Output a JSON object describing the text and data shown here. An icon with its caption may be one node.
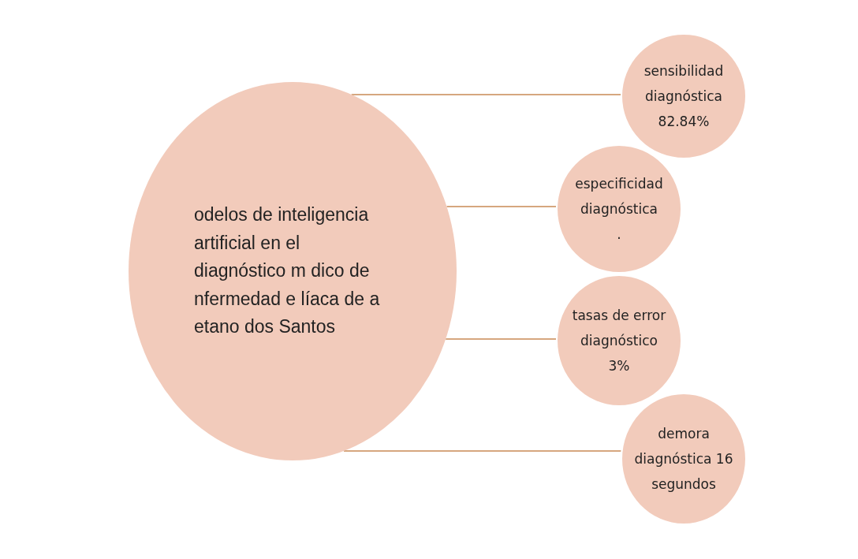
{
  "diagram": {
    "nodes": [
      {
        "text": [
          "odelos de inteligencia artificial en el diagnóstico m dico de nfermedad e líaca de a etano dos Santos"
        ]
      },
      {
        "text": [
          "sensibilidad diagnóstica",
          "82.84%"
        ]
      },
      {
        "text": [
          "especificidad diagnóstica",
          "."
        ]
      },
      {
        "text": [
          "tasas de error diagnóstico",
          "3%"
        ]
      },
      {
        "text": [
          "demora diagnóstica 16 segundos"
        ]
      }
    ],
    "edges": [
      {
        "from": 0,
        "to": 1,
        "arrow": "none"
      },
      {
        "from": 0,
        "to": 2,
        "arrow": "none"
      },
      {
        "from": 0,
        "to": 3,
        "arrow": "none"
      },
      {
        "from": 0,
        "to": 4,
        "arrow": "none"
      }
    ]
  }
}
